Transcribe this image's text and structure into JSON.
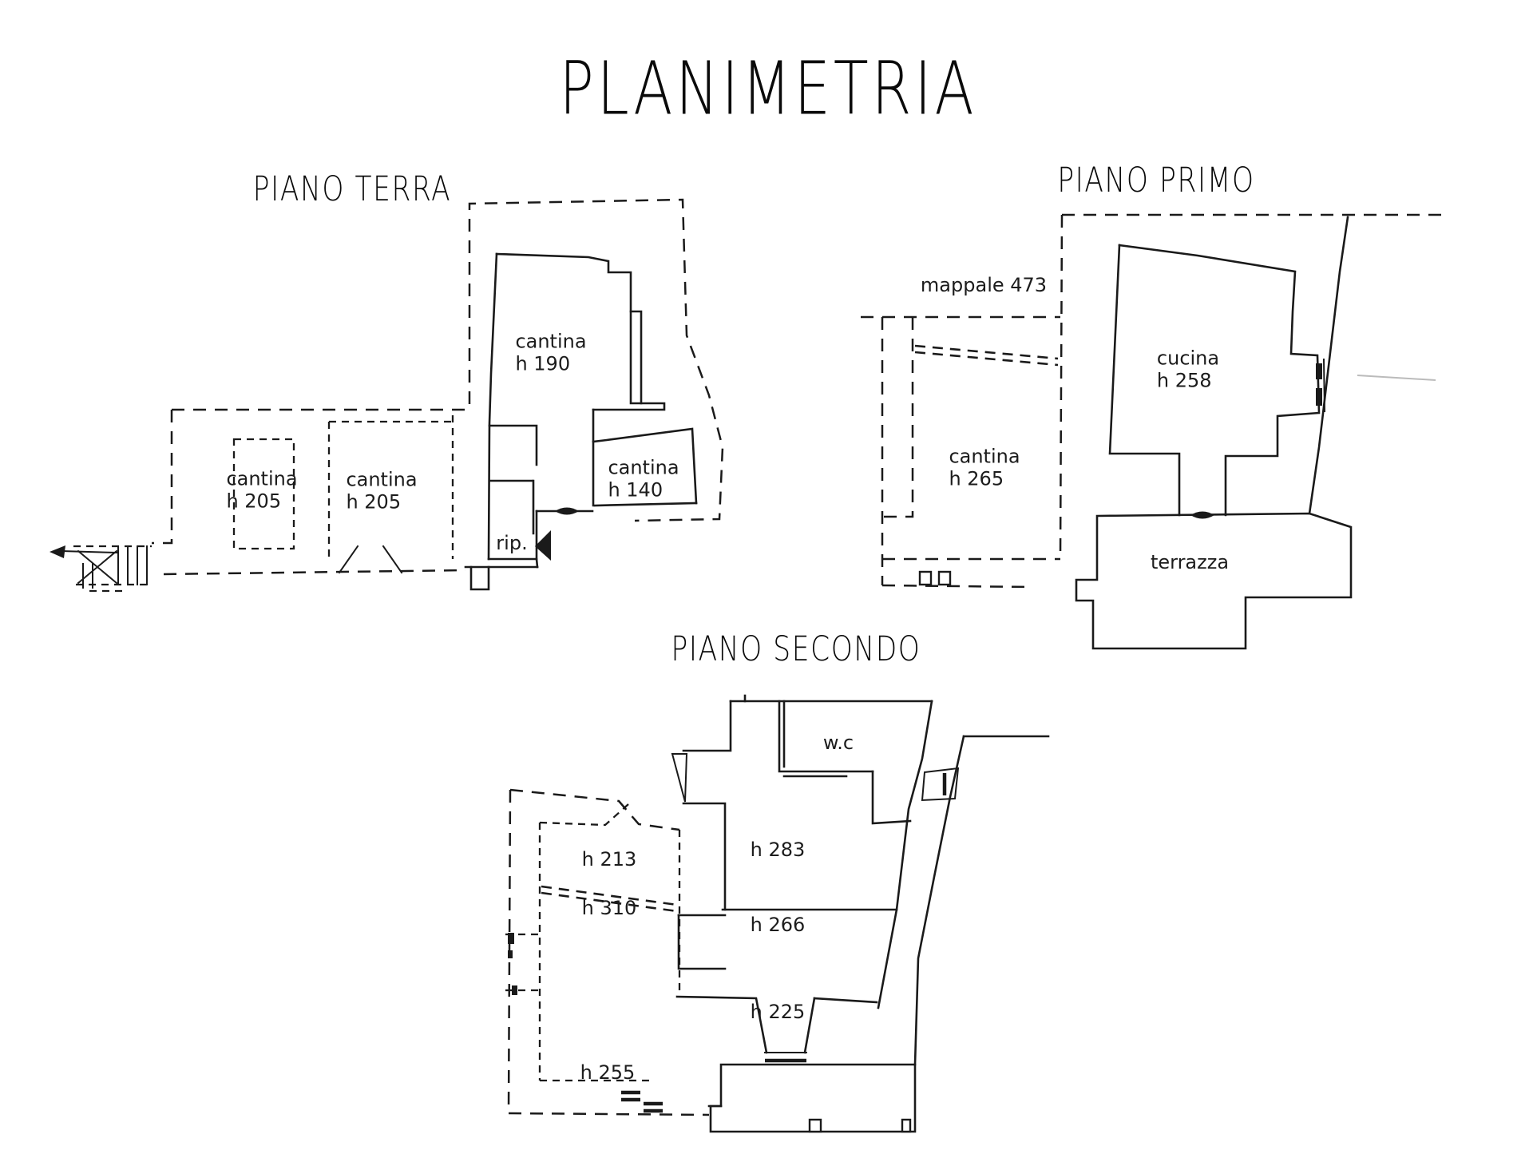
{
  "title": "PLANIMETRIA",
  "floors": {
    "terra": {
      "title": "PIANO TERRA",
      "rooms": {
        "cantina1": {
          "name": "cantina",
          "height": "h 205"
        },
        "cantina2": {
          "name": "cantina",
          "height": "h 205"
        },
        "cantina190": {
          "name": "cantina",
          "height": "h 190"
        },
        "cantina140": {
          "name": "cantina",
          "height": "h 140"
        },
        "rip": {
          "name": "rip."
        }
      }
    },
    "primo": {
      "title": "PIANO PRIMO",
      "parcel_label": "mappale 473",
      "rooms": {
        "cucina": {
          "name": "cucina",
          "height": "h 258"
        },
        "cantina265": {
          "name": "cantina",
          "height": "h 265"
        },
        "terrazza": {
          "name": "terrazza"
        }
      }
    },
    "secondo": {
      "title": "PIANO SECONDO",
      "rooms": {
        "wc": {
          "name": "w.c"
        },
        "h283": {
          "name": "h 283"
        },
        "h213": {
          "name": "h 213"
        },
        "h310": {
          "name": "h 310"
        },
        "h266": {
          "name": "h 266"
        },
        "h225": {
          "name": "h 225"
        },
        "h255": {
          "name": "h 255"
        }
      }
    }
  },
  "colors": {
    "background": "#ffffff",
    "line": "#1a1a1a",
    "text": "#111111",
    "faint_line": "#bbbbbb"
  }
}
